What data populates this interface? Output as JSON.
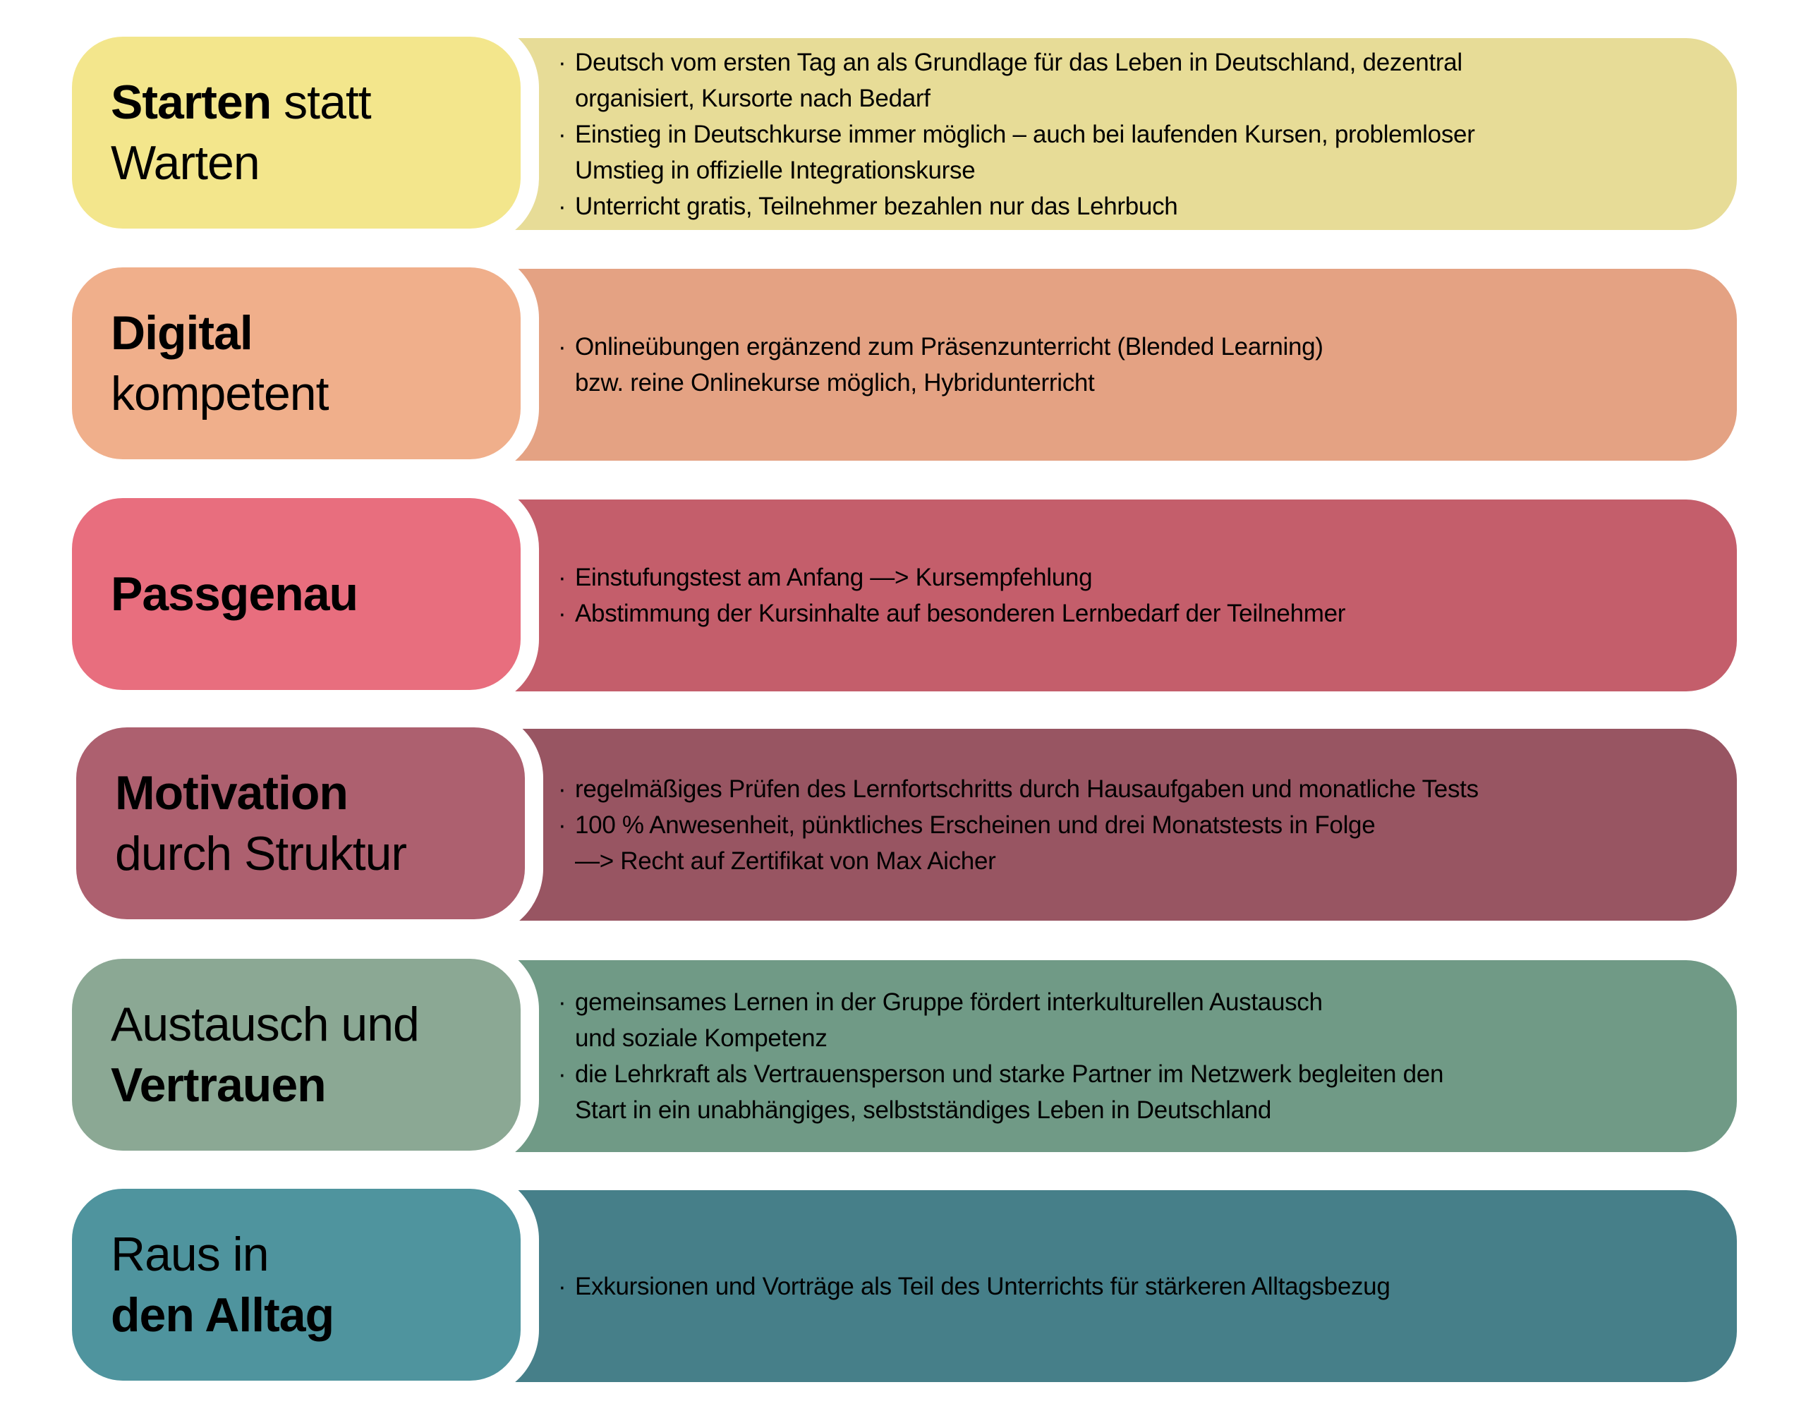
{
  "rows": [
    {
      "title": [
        [
          {
            "t": "Starten",
            "b": true
          },
          {
            "t": " statt",
            "b": false
          }
        ],
        [
          {
            "t": "Warten",
            "b": false
          }
        ]
      ],
      "lines": [
        {
          "text": "Deutsch vom ersten Tag an als Grundlage für das Leben in Deutschland, dezentral",
          "bullet": true
        },
        {
          "text": "organisiert, Kursorte nach Bedarf",
          "bullet": false
        },
        {
          "text": "Einstieg in Deutschkurse immer möglich – auch bei laufenden Kursen, problemloser",
          "bullet": true
        },
        {
          "text": "Umstieg in offizielle Integrationskurse",
          "bullet": false
        },
        {
          "text": "Unterricht gratis, Teilnehmer bezahlen nur das Lehrbuch",
          "bullet": true
        }
      ],
      "colors": {
        "box": "#F3E68C",
        "panel": "#E7DC97"
      }
    },
    {
      "title": [
        [
          {
            "t": "Digital",
            "b": true
          }
        ],
        [
          {
            "t": "kompetent",
            "b": false
          }
        ]
      ],
      "lines": [
        {
          "text": "Onlineübungen ergänzend zum Präsenzunterricht (Blended Learning)",
          "bullet": true
        },
        {
          "text": "bzw. reine Onlinekurse möglich, Hybridunterricht",
          "bullet": false
        }
      ],
      "colors": {
        "box": "#F0AF8B",
        "panel": "#E4A283"
      }
    },
    {
      "title": [
        [
          {
            "t": "Passgenau",
            "b": true
          }
        ]
      ],
      "lines": [
        {
          "text": "Einstufungstest am Anfang —> Kursempfehlung",
          "bullet": true
        },
        {
          "text": "Abstimmung der Kursinhalte auf besonderen Lernbedarf der Teilnehmer",
          "bullet": true
        }
      ],
      "colors": {
        "box": "#E86E7E",
        "panel": "#C45E6B"
      }
    },
    {
      "title": [
        [
          {
            "t": "Motivation",
            "b": true
          }
        ],
        [
          {
            "t": "durch Struktur",
            "b": false
          }
        ]
      ],
      "lines": [
        {
          "text": "regelmäßiges Prüfen des Lernfortschritts durch Hausaufgaben und monatliche Tests",
          "bullet": true
        },
        {
          "text": "100 % Anwesenheit, pünktliches Erscheinen und drei Monatstests in Folge",
          "bullet": true
        },
        {
          "text": "—> Recht auf Zertifikat von Max Aicher",
          "bullet": false
        }
      ],
      "colors": {
        "box": "#AD606F",
        "panel": "#985562"
      }
    },
    {
      "title": [
        [
          {
            "t": "Austausch und",
            "b": false
          }
        ],
        [
          {
            "t": "Vertrauen",
            "b": true
          }
        ]
      ],
      "lines": [
        {
          "text": "gemeinsames Lernen in der Gruppe fördert interkulturellen Austausch",
          "bullet": true
        },
        {
          "text": "und soziale Kompetenz",
          "bullet": false
        },
        {
          "text": "die Lehrkraft als Vertrauensperson und starke Partner im Netzwerk begleiten den",
          "bullet": true
        },
        {
          "text": "Start in ein unabhängiges, selbstständiges Leben in Deutschland",
          "bullet": false
        }
      ],
      "colors": {
        "box": "#8BA894",
        "panel": "#709A86"
      }
    },
    {
      "title": [
        [
          {
            "t": "Raus in",
            "b": false
          }
        ],
        [
          {
            "t": "den Alltag",
            "b": true
          }
        ]
      ],
      "lines": [
        {
          "text": "Exkursionen und Vorträge als Teil des Unterrichts für stärkeren Alltagsbezug",
          "bullet": true
        }
      ],
      "colors": {
        "box": "#4F949E",
        "panel": "#467F89"
      }
    }
  ]
}
